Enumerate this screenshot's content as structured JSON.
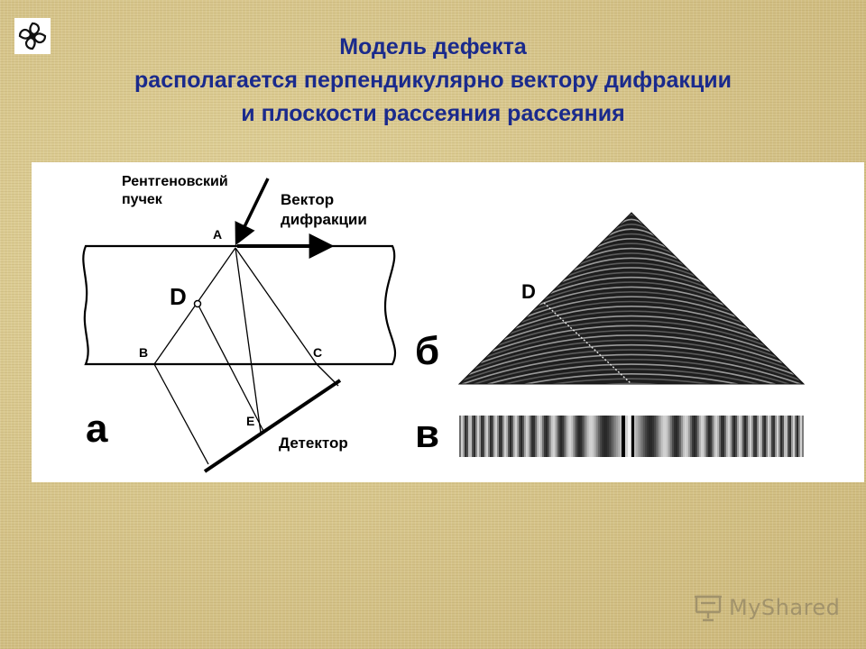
{
  "title": {
    "line1": "Модель дефекта",
    "line2": "располагается перпендикулярно вектору дифракции",
    "line3": "и плоскости рассеяния рассеяния"
  },
  "diagram_a": {
    "xray_label_line1": "Рентгеновский",
    "xray_label_line2": "пучек",
    "vector_label_line1": "Вектор",
    "vector_label_line2": "дифракции",
    "point_a": "A",
    "point_d": "D",
    "point_b": "B",
    "point_c": "C",
    "point_e": "E",
    "detector_label": "Детектор",
    "panel_label": "а"
  },
  "diagram_b": {
    "panel_label": "б",
    "point_d": "D"
  },
  "diagram_v": {
    "panel_label": "в"
  },
  "watermark": {
    "text": "MyShared",
    "icon": "projector-screen-icon"
  },
  "colors": {
    "title": "#1a2a8c",
    "background": "#d8c890",
    "panel": "#ffffff"
  },
  "corner_icon": "flower-ornament-icon"
}
